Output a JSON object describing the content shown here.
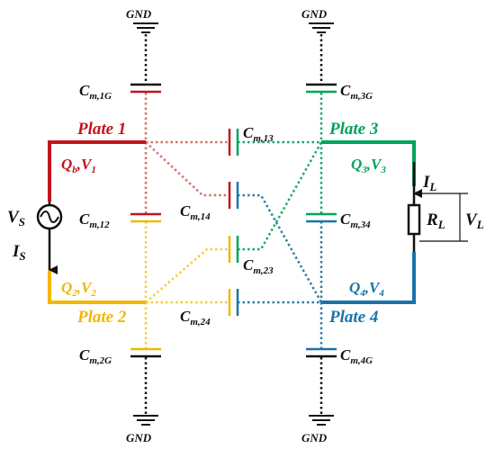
{
  "colors": {
    "plate1": "#c0161c",
    "plate2": "#f2b705",
    "plate3": "#00a35c",
    "plate4": "#1a73a8",
    "plate1_dash": "#d4726e",
    "plate2_dash": "#f4cd3c",
    "plate3_dash": "#1aa868",
    "plate4_dash": "#2c7fa8",
    "wire": "#111111"
  },
  "ground": {
    "label": "GND"
  },
  "plates": {
    "p1": {
      "label": "Plate 1",
      "charge": "Q",
      "charge_sub": "b",
      "voltage": "V",
      "voltage_sub": "1"
    },
    "p2": {
      "label": "Plate 2",
      "charge": "Q",
      "charge_sub": "2",
      "voltage": "V",
      "voltage_sub": "2"
    },
    "p3": {
      "label": "Plate 3",
      "charge": "Q",
      "charge_sub": "3",
      "voltage": "V",
      "voltage_sub": "3"
    },
    "p4": {
      "label": "Plate 4",
      "charge": "Q",
      "charge_sub": "4",
      "voltage": "V",
      "voltage_sub": "4"
    }
  },
  "capacitors": {
    "c1g": {
      "main": "C",
      "sub": "m,1G"
    },
    "c3g": {
      "main": "C",
      "sub": "m,3G"
    },
    "c2g": {
      "main": "C",
      "sub": "m,2G"
    },
    "c4g": {
      "main": "C",
      "sub": "m,4G"
    },
    "c12": {
      "main": "C",
      "sub": "m,12"
    },
    "c34": {
      "main": "C",
      "sub": "m,34"
    },
    "c13": {
      "main": "C",
      "sub": "m,13"
    },
    "c14": {
      "main": "C",
      "sub": "m,14"
    },
    "c23": {
      "main": "C",
      "sub": "m,23"
    },
    "c24": {
      "main": "C",
      "sub": "m,24"
    }
  },
  "source": {
    "voltage": "V",
    "voltage_sub": "S",
    "current": "I",
    "current_sub": "S"
  },
  "load": {
    "current": "I",
    "current_sub": "L",
    "resistor": "R",
    "resistor_sub": "L",
    "voltage": "V",
    "voltage_sub": "L"
  }
}
